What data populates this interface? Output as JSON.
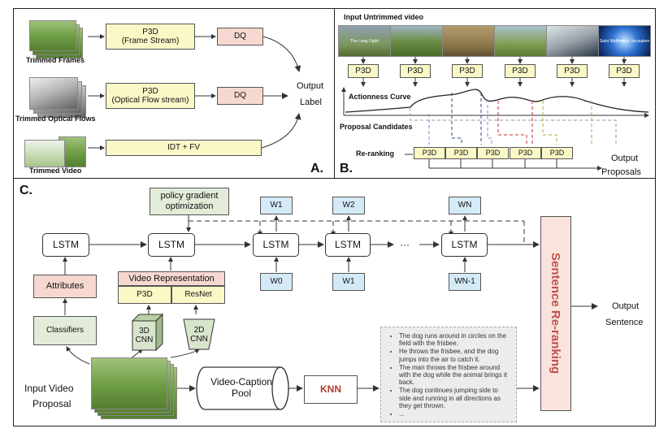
{
  "panelA": {
    "label": "A.",
    "trimmed_frames": "Trimmed Frames",
    "trimmed_flows": "Trimmed Optical Flows",
    "trimmed_video": "Trimmed Video",
    "p3d_frame": "P3D",
    "p3d_frame_sub": "(Frame Stream)",
    "p3d_flow": "P3D",
    "p3d_flow_sub": "(Optical Flow stream)",
    "idt": "IDT + FV",
    "dq1": "DQ",
    "dq2": "DQ",
    "output": "Output",
    "output2": "Label"
  },
  "panelB": {
    "label": "B.",
    "input": "Input Untrimmed video",
    "p3d": [
      "P3D",
      "P3D",
      "P3D",
      "P3D",
      "P3D",
      "P3D"
    ],
    "actionness": "Actionness Curve",
    "proposals": "Proposal Candidates",
    "rerank": "Re-ranking",
    "rerank_boxes": [
      "P3D",
      "P3D",
      "P3D",
      "P3D",
      "P3D"
    ],
    "output": "Output",
    "output2": "Proposals",
    "frame_text": [
      "The Long Flight",
      "",
      "",
      "",
      "",
      "Saint Matthew in Jerusalem"
    ]
  },
  "panelC": {
    "label": "C.",
    "policy": "policy gradient",
    "policy2": "optimization",
    "lstm": [
      "LSTM",
      "LSTM",
      "LSTM",
      "LSTM",
      "LSTM"
    ],
    "dots": "···",
    "attributes": "Attributes",
    "classifiers": "Classifiers",
    "video_rep": "Video Representation",
    "rep_p3d": "P3D",
    "rep_resnet": "ResNet",
    "cnn3d": "3D",
    "cnn3d_2": "CNN",
    "cnn2d": "2D",
    "cnn2d_2": "CNN",
    "w_top": [
      "W1",
      "W2",
      "WN"
    ],
    "w_bottom": [
      "W0",
      "W1",
      "WN-1"
    ],
    "input": "Input Video",
    "input2": "Proposal",
    "pool": "Video-Caption",
    "pool2": "Pool",
    "knn": "KNN",
    "sentences": [
      "The dog runs around in circles on the field with the frisbee.",
      "He throws the frisbee, and the dog jumps into the air to catch it.",
      "The man throws the frisbee around with the dog while the animal brings it back.",
      "The dog continues jumping side to side and running in all directions as they get thrown.",
      "..."
    ],
    "rerank": "Sentence Re-ranking",
    "output": "Output",
    "output2": "Sentence"
  },
  "colors": {
    "yellow": "#fbf8c8",
    "pink": "#f6d8d0",
    "blue": "#d5eaf7",
    "green": "#e2ecd9",
    "rerank_text": "#c0504d"
  }
}
